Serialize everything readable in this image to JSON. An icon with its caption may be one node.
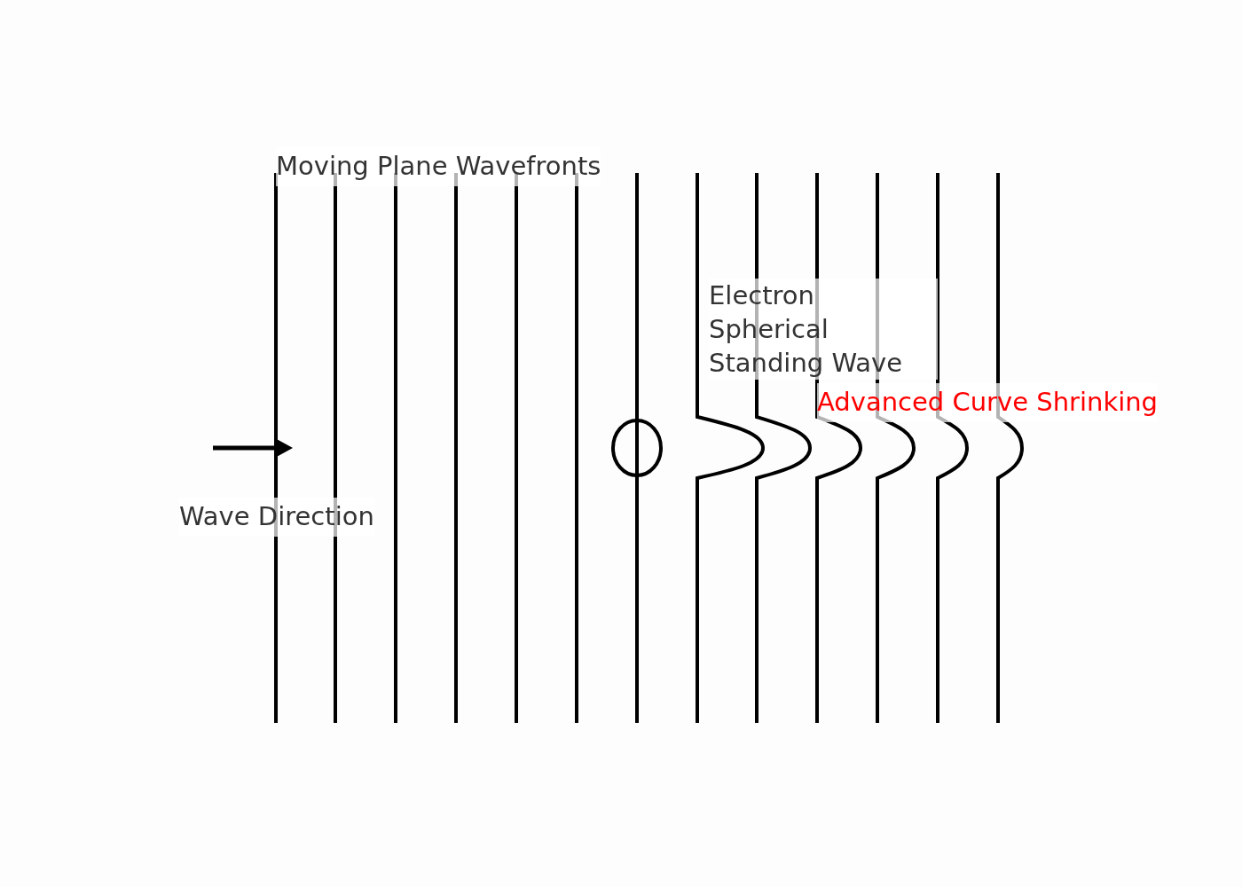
{
  "diagram": {
    "labels": [
      "Moving Plane Wavefronts",
      "Electron Spherical Standing Wave",
      "Advanced Curve Shrinking",
      "Wave Direction"
    ]
  }
}
